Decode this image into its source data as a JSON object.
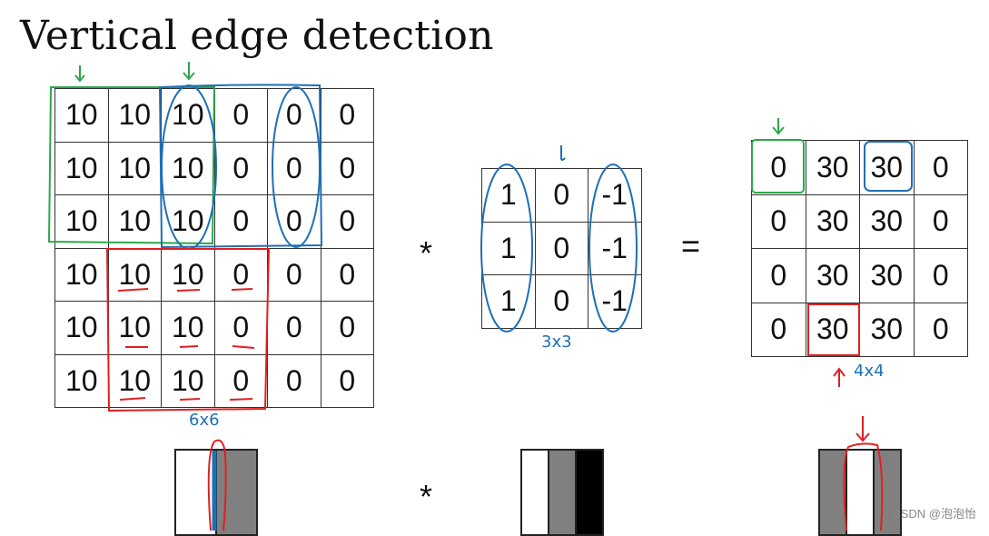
{
  "title": "Vertical edge detection",
  "input_matrix": {
    "size_label": "6x6",
    "rows": [
      [
        "10",
        "10",
        "10",
        "0",
        "0",
        "0"
      ],
      [
        "10",
        "10",
        "10",
        "0",
        "0",
        "0"
      ],
      [
        "10",
        "10",
        "10",
        "0",
        "0",
        "0"
      ],
      [
        "10",
        "10",
        "10",
        "0",
        "0",
        "0"
      ],
      [
        "10",
        "10",
        "10",
        "0",
        "0",
        "0"
      ],
      [
        "10",
        "10",
        "10",
        "0",
        "0",
        "0"
      ]
    ]
  },
  "operators": {
    "convolve": "*",
    "equals": "="
  },
  "filter_matrix": {
    "size_label": "3x3",
    "rows": [
      [
        "1",
        "0",
        "-1"
      ],
      [
        "1",
        "0",
        "-1"
      ],
      [
        "1",
        "0",
        "-1"
      ]
    ]
  },
  "output_matrix": {
    "size_label": "4x4",
    "rows": [
      [
        "0",
        "30",
        "30",
        "0"
      ],
      [
        "0",
        "30",
        "30",
        "0"
      ],
      [
        "0",
        "30",
        "30",
        "0"
      ],
      [
        "0",
        "30",
        "30",
        "0"
      ]
    ]
  },
  "image_strips": {
    "input": [
      "#ffffff",
      "#808080"
    ],
    "filter": [
      "#ffffff",
      "#808080",
      "#000000"
    ],
    "output": [
      "#808080",
      "#ffffff",
      "#808080"
    ]
  },
  "annotation_colors": {
    "green": "#2aa84a",
    "blue": "#1f6fb5",
    "red": "#e02020"
  },
  "watermark": "CSDN @泡泡怡"
}
